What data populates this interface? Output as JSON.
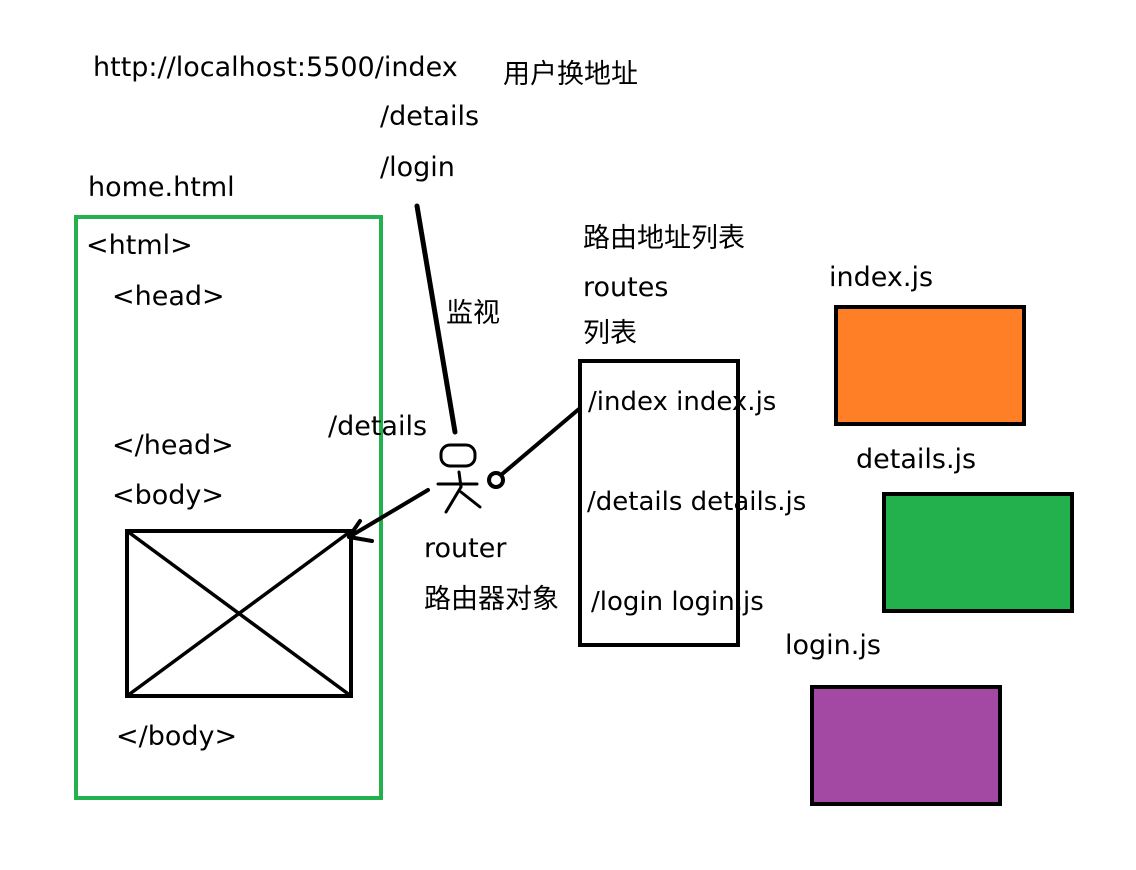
{
  "url_line": {
    "url": "http://localhost:5500/index",
    "path_details": "/details",
    "path_login": "/login",
    "user_change_label": "用户换地址"
  },
  "home_page": {
    "file_label": "home.html",
    "open_html": "<html>",
    "open_head": "<head>",
    "close_head": "</head>",
    "open_body": "<body>",
    "close_body": "</body>",
    "border_color": "#22b14c"
  },
  "router": {
    "watch_label": "监视",
    "current_path": "/details",
    "name": "router",
    "caption": "路由器对象"
  },
  "routes_list": {
    "title": "路由地址列表",
    "name": "routes",
    "subtitle": "列表",
    "entries": [
      {
        "path": "/index",
        "file": "index.js"
      },
      {
        "path": "/details",
        "file": "details.js"
      },
      {
        "path": "/login",
        "file": "login.js"
      }
    ]
  },
  "components": [
    {
      "label": "index.js",
      "color": "#ff7f27"
    },
    {
      "label": "details.js",
      "color": "#22b14c"
    },
    {
      "label": "login.js",
      "color": "#a349a4"
    }
  ]
}
